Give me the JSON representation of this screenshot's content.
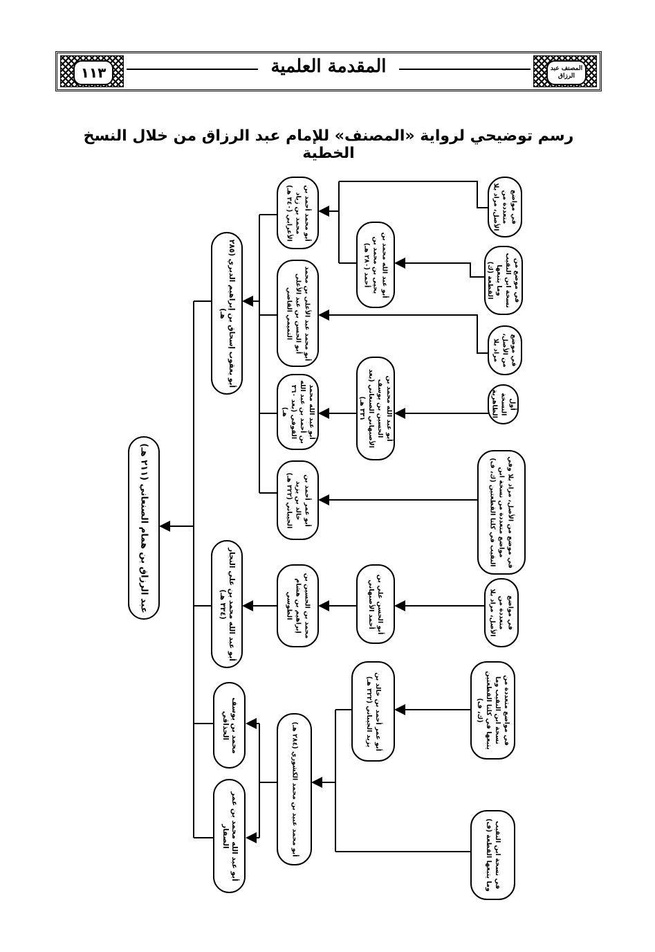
{
  "header": {
    "page_number": "١١٣",
    "running_title": "المقدمة العلمية",
    "ornament_text": "المصنف عبد الرزاق"
  },
  "title": "رسم توضيحي لرواية «المصنف» للإمام عبد الرزاق من خلال النسخ الخطية",
  "tree": {
    "root": "عبد الرزاق بن همام الصنعاني (٢١١ هـ)",
    "a": "أبو يعقوب إسحاق بن إبراهيم الدبري (٢٨٥ هـ)",
    "b": "أبو عبد الله محمد بن علي النجار (٣٣٤ هـ)",
    "c": "محمد بن يوسف الحذاقي",
    "d": "أبو عبد الله محمد بن عمر الصفار",
    "a1": "أبو محمد أحمد بن محمد بن زياد الأعرابي (٣٤٠ هـ)",
    "a2": "أبو محمد عبد الأعلى بن محمد أبو الحسن بن عبد الأعلى التميمي القاضي",
    "a3": "أبو عبد الله محمد بن أحمد بن عبد الله القوفي (بعد ٣٦٠ هـ)",
    "a4": "أبو عمر أحمد بن خالد بن يزيد الجيباني (٣٢٢ هـ)",
    "b1": "محمد بن الحسين بن إبراهيم بن هشام الطوسي",
    "cd": "أبو محمد عبيد بن محمد الكشوري (٢٨٤ هـ)",
    "a1a": "أبو عبد الله محمد بن يحيى بن محمد بن أحمد (٢٨٠ هـ)",
    "a3a": "أبو عبد الله محمد بن الحسين بن يوسف الأصبهاني الصنعاني (بعد ٣٣١ هـ)",
    "b1a": "أبو الحسن علي بن أحمد الأصبهاني",
    "cd1": "أبو عمر أحمد بن خالد بن يزيد الجيباني (٣٢٢ هـ)",
    "s1": "في مواضع متعددة من الأصل، مراد بلا",
    "s2": "في موضع من نسخة ابن النقيب وما يتبعها القطعة (ك)",
    "s3": "في موضع من الأصل، مراد بلا",
    "s4": "أول النسخة الظاهرية",
    "s5": "في موضع من الأصل، مراد بلا وفي مواضع متعددة من نسخة ابن النقيب في كلتا القطعتين (ك، ف)",
    "s6": "في مواضع متعددة من الأصل، مراد بلا",
    "s7": "في مواضع متعددة من نسخة ابن النقيب وما يتبعها في كلتا القطعتين (ك، ف)",
    "s8": "في نسخة ابن النقيب وما يتبعها القطعة (ف)"
  }
}
